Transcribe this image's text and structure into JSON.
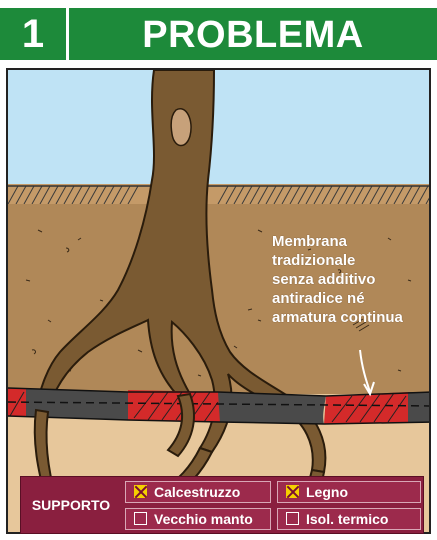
{
  "header": {
    "number": "1",
    "title": "PROBLEMA"
  },
  "callout": {
    "line1": "Membrana",
    "line2": "tradizionale",
    "line3": "senza additivo",
    "line4": "antiradice né",
    "line5": "armatura continua"
  },
  "panel": {
    "label": "SUPPORTO",
    "options": [
      {
        "label": "Calcestruzzo",
        "checked": true
      },
      {
        "label": "Legno",
        "checked": true
      },
      {
        "label": "Vecchio manto",
        "checked": false
      },
      {
        "label": "Isol. termico",
        "checked": false
      }
    ]
  },
  "colors": {
    "header_green": "#1d8a3a",
    "panel_maroon": "#8a1f3f",
    "sky": "#bfe3f5",
    "soil": "#b08858",
    "trunk": "#7a5a32",
    "membrane_dark": "#4a4a4a",
    "membrane_red": "#d42a2a",
    "check_yellow": "#f5d000"
  }
}
